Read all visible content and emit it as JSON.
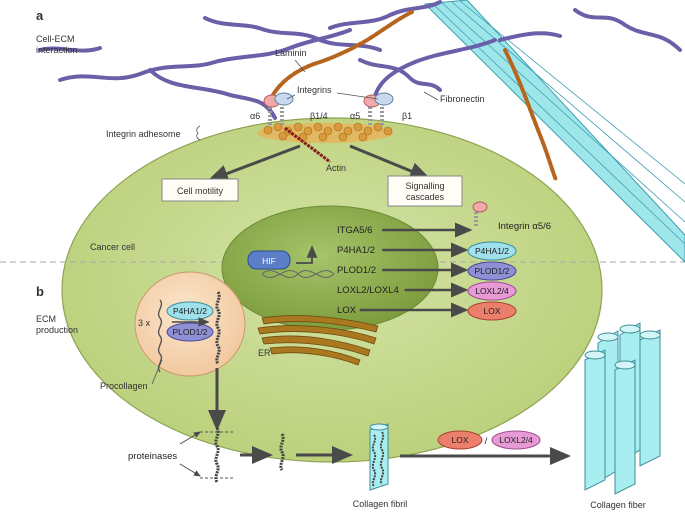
{
  "panels": {
    "a": {
      "letter": "a",
      "title": "Cell-ECM interaction"
    },
    "b": {
      "letter": "b",
      "title": "ECM production"
    }
  },
  "labels": {
    "laminin": "Laminin",
    "integrins": "Integrins",
    "fibronectin": "Fibronectin",
    "alpha6": "α6",
    "beta14": "β1/4",
    "alpha5": "α5",
    "beta1": "β1",
    "adhesome": "Integrin adhesome",
    "actin": "Actin",
    "cell_motility": "Cell motility",
    "signalling": "Signalling cascades",
    "cancer_cell": "Cancer cell",
    "hif": "HIF",
    "integrin_a56": "Integrin α5/6",
    "er": "ER",
    "times3": "3 x",
    "procollagen": "Procollagen",
    "proteinases": "proteinases",
    "collagen_fibril": "Collagen fibril",
    "collagen_fiber": "Collagen fiber",
    "slash": "/"
  },
  "genes": [
    "ITGA5/6",
    "P4HA1/2",
    "PLOD1/2",
    "LOXL2/LOXL4",
    "LOX"
  ],
  "proteins": {
    "p4ha": "P4HA1/2",
    "plod": "PLOD1/2",
    "loxl": "LOXL2/4",
    "lox": "LOX"
  },
  "colors": {
    "cell": "#c6d88e",
    "nucleus": "#8ead4e",
    "laminin": "#6b5fa8",
    "fibronectin": "#b5651d",
    "collagen": "#a8eef0",
    "p4ha": "#9fe0ea",
    "plod": "#8f8fd6",
    "loxl": "#e79ad6",
    "lox": "#ec7f6c",
    "vesicle": "#f7d8b8"
  }
}
